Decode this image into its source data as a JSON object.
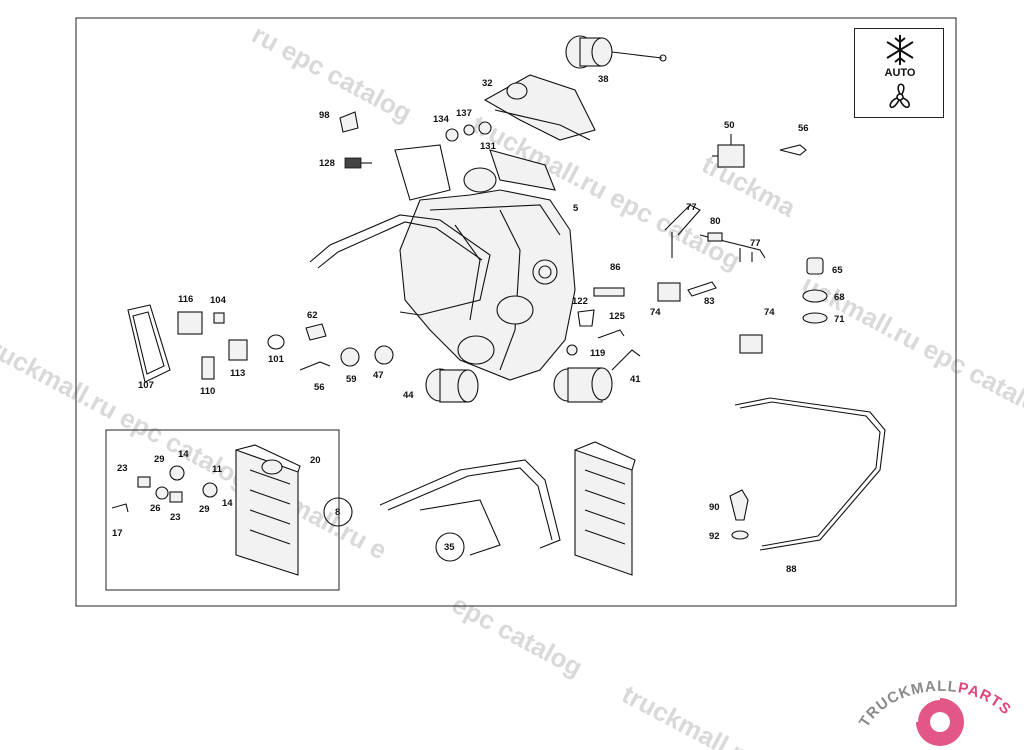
{
  "watermark": {
    "text_1": "ru epc catalog",
    "text_2": "truckmall.ru epc catalog",
    "text_3": "uckmall.ru epc catalog",
    "text_4": "truckmall.ru epc catalog",
    "text_5": "truckmall.ru e",
    "text_6": "epc catalog",
    "text_7": "truckmall.ru e",
    "text_8": "truckma"
  },
  "ac_panel": {
    "label": "AUTO",
    "icons": [
      "snowflake-icon",
      "fan-icon"
    ]
  },
  "callouts": {
    "p38": "38",
    "p32": "32",
    "p98": "98",
    "p134": "134",
    "p137": "137",
    "p131": "131",
    "p128": "128",
    "p50": "50",
    "p56a": "56",
    "p5": "5",
    "p77a": "77",
    "p80": "80",
    "p77b": "77",
    "p65": "65",
    "p86": "86",
    "p68": "68",
    "p83": "83",
    "p74a": "74",
    "p74b": "74",
    "p71": "71",
    "p116": "116",
    "p104": "104",
    "p62": "62",
    "p122": "122",
    "p125": "125",
    "p119": "119",
    "p101": "101",
    "p113": "113",
    "p56b": "56",
    "p59": "59",
    "p47": "47",
    "p107": "107",
    "p110": "110",
    "p44": "44",
    "p41": "41",
    "p14a": "14",
    "p29a": "29",
    "p11": "11",
    "p20": "20",
    "p23a": "23",
    "p26": "26",
    "p23b": "23",
    "p29b": "29",
    "p14b": "14",
    "p17": "17",
    "p8": "8",
    "p35": "35",
    "p90": "90",
    "p92": "92",
    "p88": "88"
  },
  "logo": {
    "text_main": "TRUCKMALL",
    "text_accent": "PARTS",
    "color_main": "#8a8a8a",
    "color_accent": "#e0457b"
  }
}
